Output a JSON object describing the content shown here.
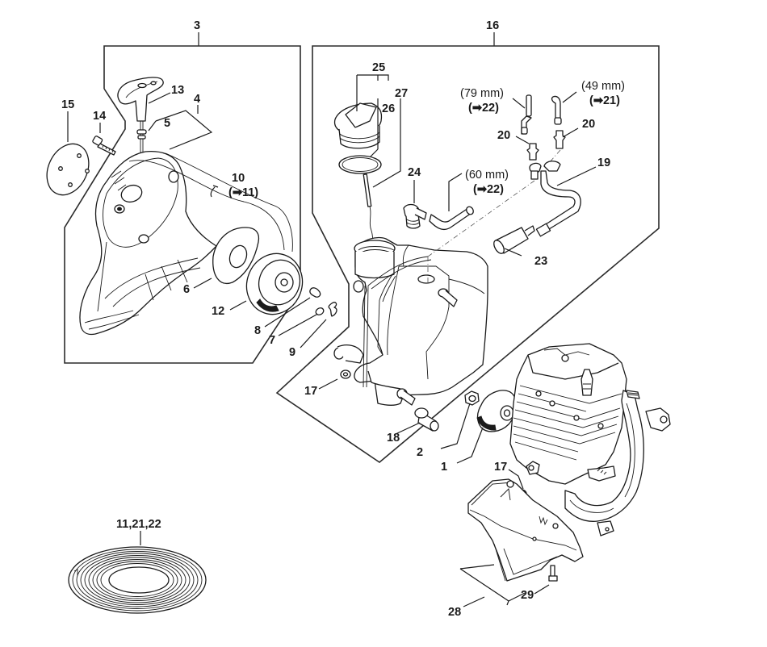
{
  "diagram": {
    "type": "exploded-parts-diagram",
    "groups": [
      {
        "id": "group-rewind-starter",
        "label": "3"
      },
      {
        "id": "group-fuel-tank",
        "label": "16"
      }
    ],
    "callouts": {
      "c1": "1",
      "c2": "2",
      "c3": "3",
      "c4": "4",
      "c5": "5",
      "c6": "6",
      "c7": "7",
      "c8": "8",
      "c9": "9",
      "c10": "10",
      "c10_ref": "(➡11)",
      "c12": "12",
      "c13": "13",
      "c14": "14",
      "c15": "15",
      "c16": "16",
      "c17a": "17",
      "c17b": "17",
      "c18": "18",
      "c19": "19",
      "c20a": "20",
      "c20b": "20",
      "c23": "23",
      "c24": "24",
      "c25": "25",
      "c26": "26",
      "c27": "27",
      "c28": "28",
      "c29": "29",
      "spring": "11,21,22"
    },
    "hose_notes": {
      "hose79_len": "(79 mm)",
      "hose79_ref": "(➡22)",
      "hose49_len": "(49 mm)",
      "hose49_ref": "(➡21)",
      "hose60_len": "(60 mm)",
      "hose60_ref": "(➡22)"
    },
    "colors": {
      "line": "#1a1a1a",
      "background": "#ffffff"
    }
  }
}
